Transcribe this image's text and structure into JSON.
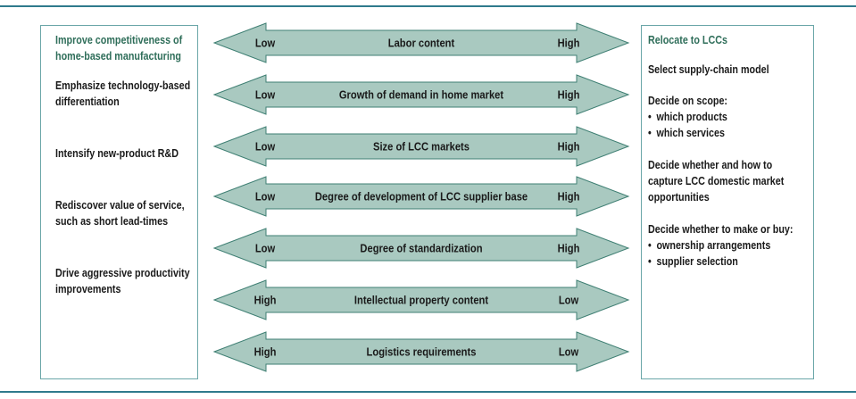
{
  "left_panel": {
    "heading_lines": [
      "Improve competitiveness of",
      "home-based manufacturing"
    ],
    "items": [
      [
        "Emphasize technology-based",
        "differentiation"
      ],
      [
        "Intensify new-product R&D"
      ],
      [
        "Rediscover value of service,",
        "such as short lead-times"
      ],
      [
        "Drive aggressive productivity",
        "improvements"
      ]
    ]
  },
  "right_panel": {
    "heading": "Relocate to LCCs",
    "model": "Select supply-chain model",
    "scope_title": "Decide on scope:",
    "scope_items": [
      "which products",
      "which services"
    ],
    "capture_lines": [
      "Decide whether and how to",
      "capture LCC domestic market",
      "opportunities"
    ],
    "make_buy_title": "Decide whether to make or buy:",
    "make_buy_items": [
      "ownership arrangements",
      "supplier selection"
    ]
  },
  "arrows": [
    {
      "left": "Low",
      "label": "Labor content",
      "right": "High"
    },
    {
      "left": "Low",
      "label": "Growth of demand in home market",
      "right": "High"
    },
    {
      "left": "Low",
      "label": "Size of LCC markets",
      "right": "High"
    },
    {
      "left": "Low",
      "label": "Degree of development of LCC supplier base",
      "right": "High"
    },
    {
      "left": "Low",
      "label": "Degree of standardization",
      "right": "High"
    },
    {
      "left": "High",
      "label": "Intellectual property content",
      "right": "Low"
    },
    {
      "left": "High",
      "label": "Logistics requirements",
      "right": "Low"
    }
  ],
  "colors": {
    "arrow_fill": "#a9c9c0",
    "arrow_stroke": "#3f7f73",
    "heading": "#2f6e5a",
    "rule": "#2f7a8c"
  }
}
